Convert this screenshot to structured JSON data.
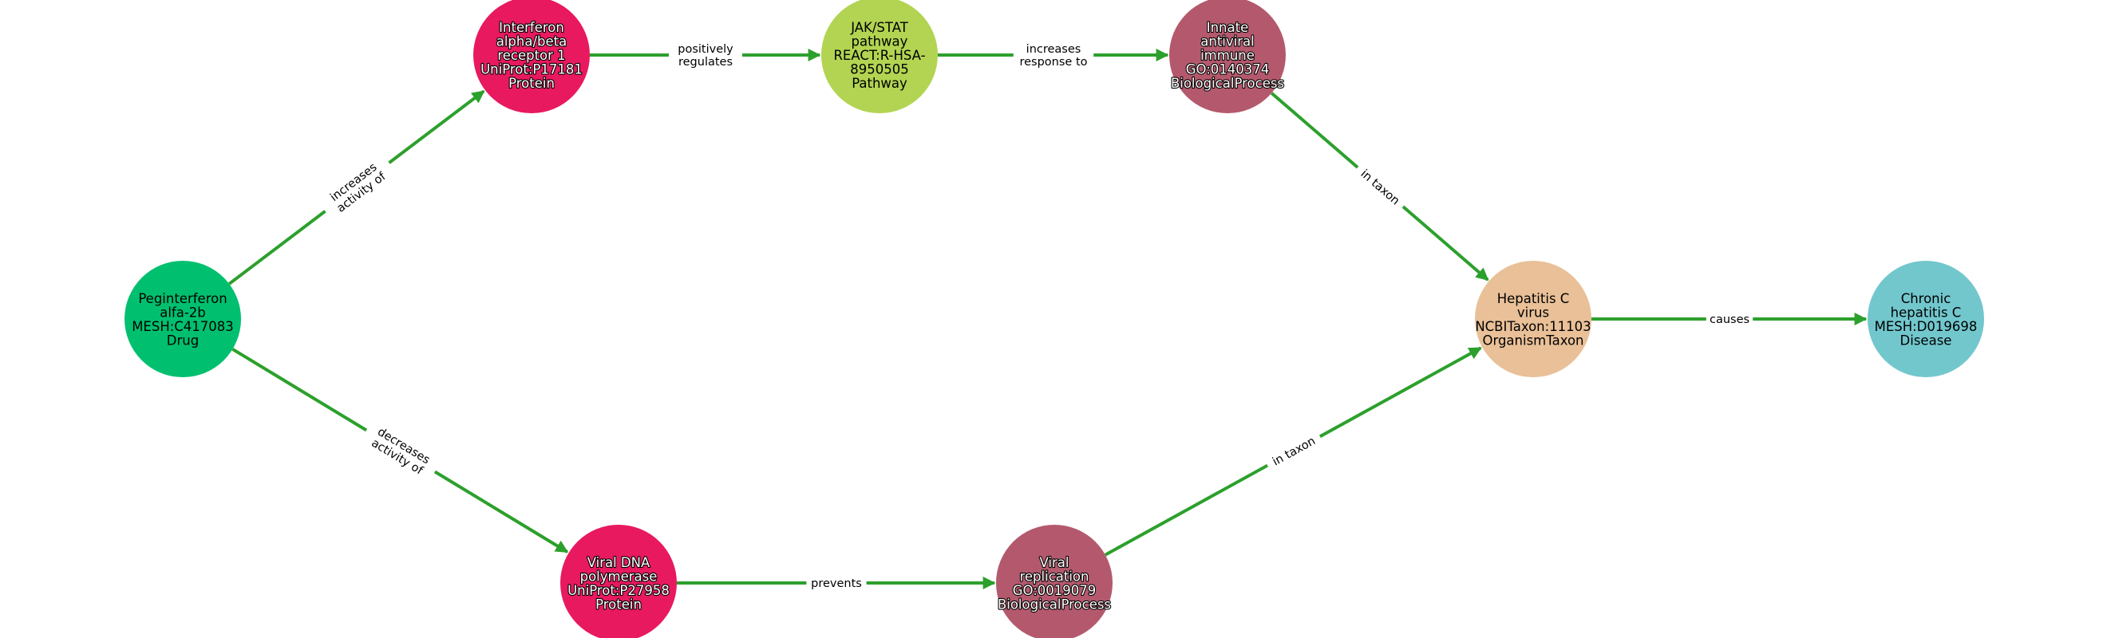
{
  "colors": {
    "edge": "#2ca02c",
    "drug": "#00c06f",
    "protein": "#e8195f",
    "pathway": "#b2d452",
    "biological_process": "#b4596d",
    "organism_taxon": "#e9c097",
    "disease": "#72c7cd"
  },
  "nodes": [
    {
      "id": "peginterferon",
      "name": "node-peginterferon-alfa-2b",
      "lines": [
        "Peginterferon",
        "alfa-2b",
        "MESH:C417083",
        "Drug"
      ],
      "color": "#00c06f",
      "text_style": "dark"
    },
    {
      "id": "ifnar1",
      "name": "node-interferon-receptor-1",
      "lines": [
        "Interferon",
        "alpha/beta",
        "receptor 1",
        "UniProt:P17181",
        "Protein"
      ],
      "color": "#e8195f",
      "text_style": "light"
    },
    {
      "id": "jakstat",
      "name": "node-jak-stat-pathway",
      "lines": [
        "JAK/STAT",
        "pathway",
        "REACT:R-HSA-",
        "8950505",
        "Pathway"
      ],
      "color": "#b2d452",
      "text_style": "dark"
    },
    {
      "id": "innate",
      "name": "node-innate-antiviral-immune",
      "lines": [
        "Innate",
        "antiviral",
        "immune",
        "GO:0140374",
        "BiologicalProcess"
      ],
      "color": "#b4596d",
      "text_style": "light"
    },
    {
      "id": "hcv",
      "name": "node-hepatitis-c-virus",
      "lines": [
        "Hepatitis C",
        "virus",
        "NCBITaxon:11103",
        "OrganismTaxon"
      ],
      "color": "#e9c097",
      "text_style": "dark"
    },
    {
      "id": "chronic",
      "name": "node-chronic-hepatitis-c",
      "lines": [
        "Chronic",
        "hepatitis C",
        "MESH:D019698",
        "Disease"
      ],
      "color": "#72c7cd",
      "text_style": "dark"
    },
    {
      "id": "polymerase",
      "name": "node-viral-dna-polymerase",
      "lines": [
        "Viral DNA",
        "polymerase",
        "UniProt:P27958",
        "Protein"
      ],
      "color": "#e8195f",
      "text_style": "light"
    },
    {
      "id": "replication",
      "name": "node-viral-replication",
      "lines": [
        "Viral",
        "replication",
        "GO:0019079",
        "BiologicalProcess"
      ],
      "color": "#b4596d",
      "text_style": "light"
    }
  ],
  "edges": [
    {
      "from": "peginterferon",
      "to": "ifnar1",
      "name": "edge-increases-activity-of",
      "lines": [
        "increases",
        "activity of"
      ]
    },
    {
      "from": "ifnar1",
      "to": "jakstat",
      "name": "edge-positively-regulates",
      "lines": [
        "positively",
        "regulates"
      ]
    },
    {
      "from": "jakstat",
      "to": "innate",
      "name": "edge-increases-response-to",
      "lines": [
        "increases",
        "response to"
      ]
    },
    {
      "from": "innate",
      "to": "hcv",
      "name": "edge-in-taxon-innate",
      "lines": [
        "in taxon"
      ]
    },
    {
      "from": "hcv",
      "to": "chronic",
      "name": "edge-causes",
      "lines": [
        "causes"
      ]
    },
    {
      "from": "peginterferon",
      "to": "polymerase",
      "name": "edge-decreases-activity-of",
      "lines": [
        "decreases",
        "activity of"
      ]
    },
    {
      "from": "polymerase",
      "to": "replication",
      "name": "edge-prevents",
      "lines": [
        "prevents"
      ]
    },
    {
      "from": "replication",
      "to": "hcv",
      "name": "edge-in-taxon-replication",
      "lines": [
        "in taxon"
      ]
    }
  ]
}
